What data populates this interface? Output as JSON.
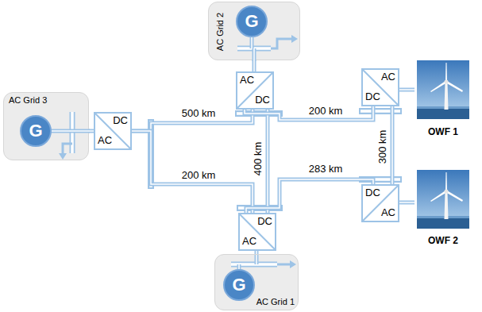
{
  "diagram": {
    "nodes": [
      {
        "text": [
          "AC Grid 2"
        ]
      },
      {
        "text": [
          "G"
        ],
        "in": 0
      },
      {
        "text": [
          "AC Grid 3"
        ]
      },
      {
        "text": [
          "G"
        ],
        "in": 2
      },
      {
        "text": [
          "AC Grid 1"
        ]
      },
      {
        "text": [
          "G"
        ],
        "in": 4
      },
      {
        "text": [
          "AC",
          "DC"
        ]
      },
      {
        "text": [
          "DC",
          "AC"
        ]
      },
      {
        "text": [
          "DC",
          "AC"
        ]
      },
      {
        "text": [
          "AC",
          "DC"
        ]
      },
      {
        "text": [
          "DC",
          "AC"
        ]
      },
      {
        "text": [
          "OWF 1"
        ]
      },
      {
        "text": [
          "OWF 2"
        ]
      }
    ],
    "edges": [
      {
        "from": 7,
        "to": 6,
        "label": "500 km",
        "arrow": "none"
      },
      {
        "from": 7,
        "to": 8,
        "label": "200 km",
        "arrow": "none"
      },
      {
        "from": 6,
        "to": 8,
        "label": "400 km",
        "arrow": "none"
      },
      {
        "from": 6,
        "to": 9,
        "label": "200 km",
        "arrow": "none"
      },
      {
        "from": 8,
        "to": 10,
        "label": "283 km",
        "arrow": "none"
      },
      {
        "from": 9,
        "to": 10,
        "label": "300 km",
        "arrow": "none"
      },
      {
        "from": 0,
        "to": 6,
        "arrow": "none"
      },
      {
        "from": 4,
        "to": 8,
        "arrow": "none"
      },
      {
        "from": 2,
        "to": 7,
        "arrow": "none"
      },
      {
        "from": 11,
        "to": 9,
        "arrow": "none"
      },
      {
        "from": 12,
        "to": 10,
        "arrow": "none"
      }
    ]
  }
}
